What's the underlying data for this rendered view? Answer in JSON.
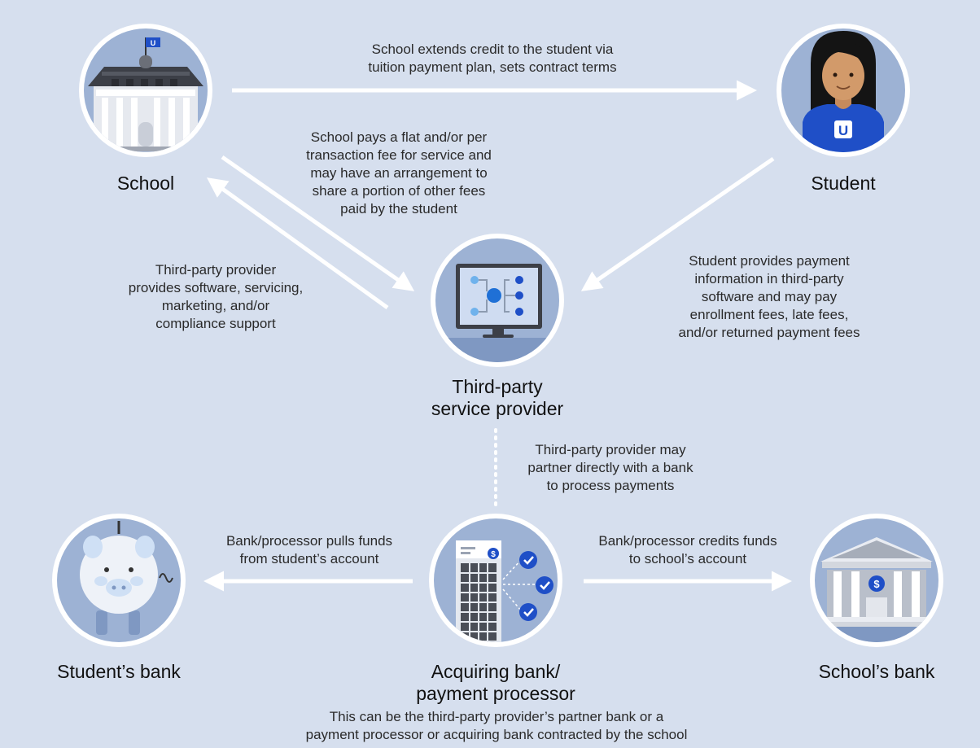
{
  "nodes": {
    "school": "School",
    "student": "Student",
    "provider_line1": "Third-party",
    "provider_line2": "service provider",
    "students_bank": "Student’s bank",
    "acquirer_line1": "Acquiring bank/",
    "acquirer_line2": "payment processor",
    "schools_bank": "School’s bank"
  },
  "flows": {
    "school_to_student": [
      "School extends credit to the student via",
      "tuition payment plan, sets contract terms"
    ],
    "school_pays": [
      "School pays a flat and/or per",
      "transaction fee for service and",
      "may have an arrangement to",
      "share a portion of other fees",
      "paid by the student"
    ],
    "provider_provides": [
      "Third-party provider",
      "provides software, servicing,",
      "marketing, and/or",
      "compliance support"
    ],
    "student_provides": [
      "Student provides payment",
      "information in third-party",
      "software and may pay",
      "enrollment fees, late fees,",
      "and/or returned payment fees"
    ],
    "provider_partner": [
      "Third-party provider may",
      "partner directly with a bank",
      "to process payments"
    ],
    "pulls_funds": [
      "Bank/processor pulls funds",
      "from student’s account"
    ],
    "credits_funds": [
      "Bank/processor credits funds",
      "to school’s account"
    ],
    "footnote": [
      "This can be the third-party provider’s partner bank or a",
      "payment processor or acquiring bank contracted by the school"
    ]
  },
  "icons": {
    "flag_letter": "U",
    "shirt_letter": "U",
    "dollar": "$"
  },
  "colors": {
    "background": "#d6dfee",
    "circle_fill": "#9db2d4",
    "brand_blue": "#1f4fc7",
    "arrow": "#ffffff"
  }
}
